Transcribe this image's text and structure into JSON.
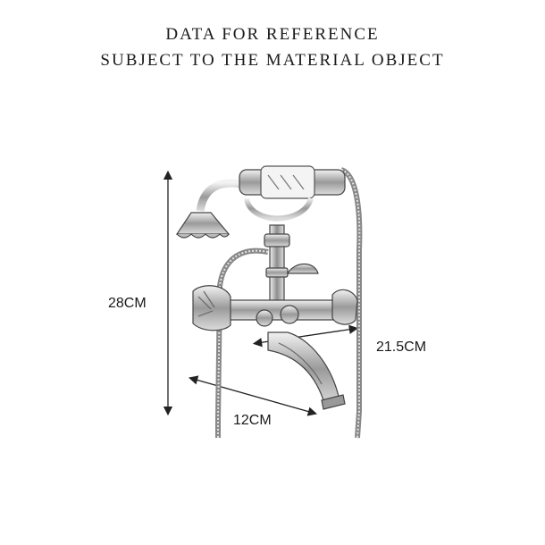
{
  "header": {
    "line1": "DATA FOR REFERENCE",
    "line2": "SUBJECT TO THE MATERIAL OBJECT"
  },
  "dimensions": {
    "height": "28CM",
    "width": "21.5CM",
    "depth": "12CM"
  },
  "product": {
    "icon": "clawfoot-tub-faucet-with-hand-shower-icon"
  },
  "colors": {
    "text": "#1a1a1a",
    "metal_dark": "#555555",
    "metal_light": "#dddddd"
  }
}
